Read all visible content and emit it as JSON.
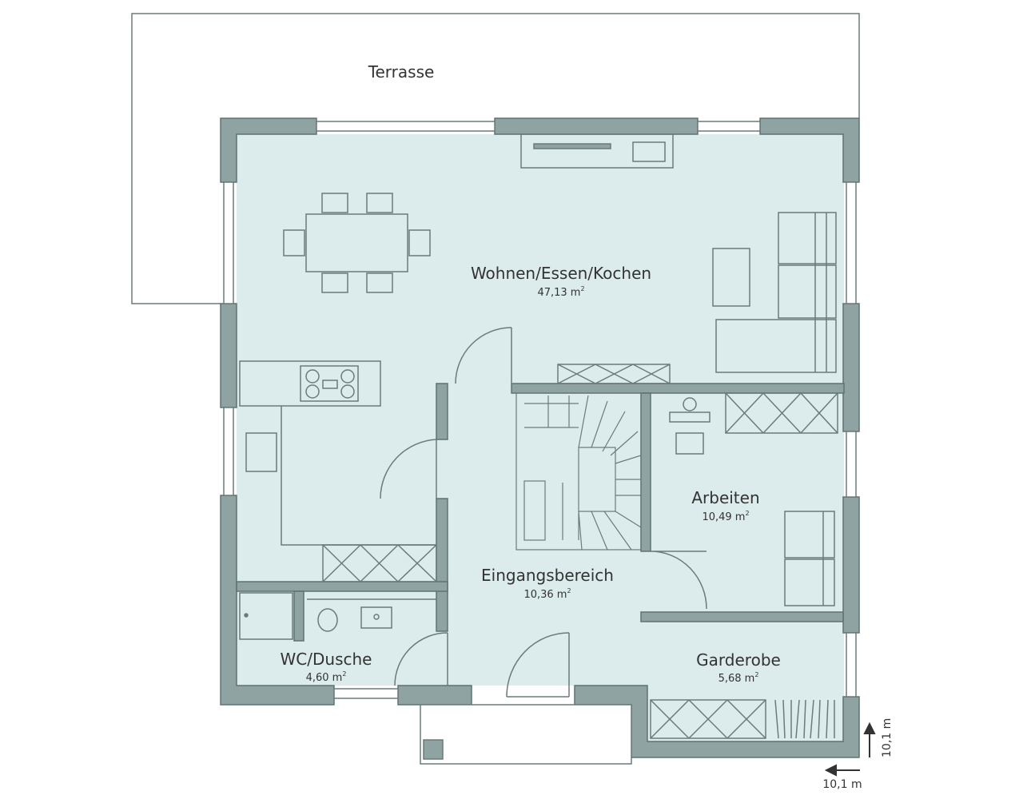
{
  "colors": {
    "wall": "#8fa3a3",
    "wall_stroke": "#5f7373",
    "floor": "#dcebeb",
    "furniture": "#7a8a8a",
    "text": "#333333"
  },
  "rooms": {
    "terrasse": {
      "name": "Terrasse"
    },
    "wohnen": {
      "name": "Wohnen/Essen/Kochen",
      "area": "47,13 m",
      "unit_exp": "2"
    },
    "arbeiten": {
      "name": "Arbeiten",
      "area": "10,49 m",
      "unit_exp": "2"
    },
    "eingang": {
      "name": "Eingangsbereich",
      "area": "10,36 m",
      "unit_exp": "2"
    },
    "wc": {
      "name": "WC/Dusche",
      "area": "4,60 m",
      "unit_exp": "2"
    },
    "garderobe": {
      "name": "Garderobe",
      "area": "5,68 m",
      "unit_exp": "2"
    }
  },
  "dimensions": {
    "depth": "10,1 m",
    "width": "10,1 m"
  },
  "icons": [
    "arrow-up-icon",
    "arrow-left-icon"
  ]
}
